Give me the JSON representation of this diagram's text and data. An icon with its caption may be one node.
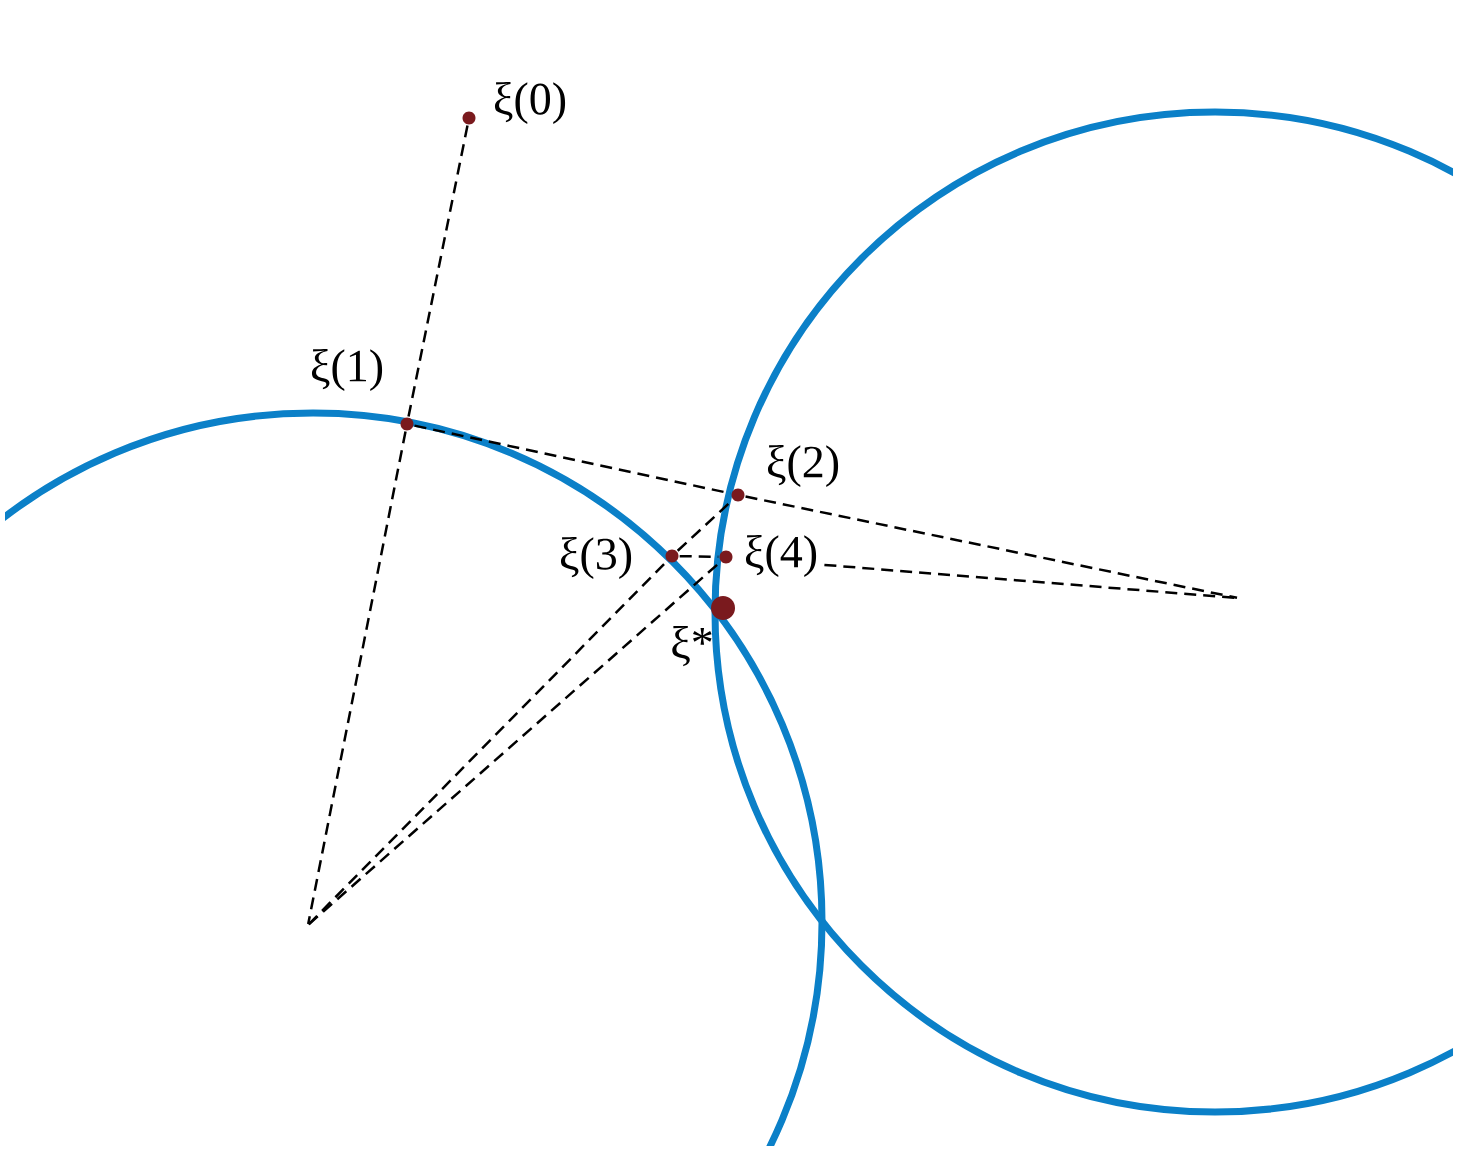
{
  "diagram": {
    "nodes": [
      {
        "text": [],
        "shape": "circle",
        "beside": [
          "ξ(0)"
        ]
      },
      {
        "text": [],
        "shape": "circle",
        "beside": [
          "ξ(1)"
        ]
      },
      {
        "text": [],
        "shape": "circle",
        "beside": [
          "ξ(2)"
        ]
      },
      {
        "text": [],
        "shape": "circle",
        "beside": [
          "ξ(3)"
        ]
      },
      {
        "text": [],
        "shape": "circle",
        "beside": [
          "ξ(4)"
        ]
      },
      {
        "text": [],
        "shape": "circle",
        "beside": [
          "ξ*"
        ]
      }
    ],
    "edges": [
      {
        "from": 0,
        "to": 1,
        "arrow": "none",
        "style": "dashed"
      },
      {
        "from": 1,
        "to": null,
        "arrow": "none",
        "style": "dashed"
      },
      {
        "from": 1,
        "to": 2,
        "arrow": "none",
        "style": "dashed"
      },
      {
        "from": 2,
        "to": null,
        "arrow": "none",
        "style": "dashed"
      },
      {
        "from": null,
        "to": 3,
        "arrow": "none",
        "style": "dashed"
      },
      {
        "from": 3,
        "to": 2,
        "arrow": "none",
        "style": "dashed"
      },
      {
        "from": 3,
        "to": 4,
        "arrow": "none",
        "style": "dashed"
      },
      {
        "from": 4,
        "to": null,
        "arrow": "none",
        "style": "dashed"
      },
      {
        "from": null,
        "to": 4,
        "arrow": "none",
        "style": "dashed"
      }
    ]
  }
}
